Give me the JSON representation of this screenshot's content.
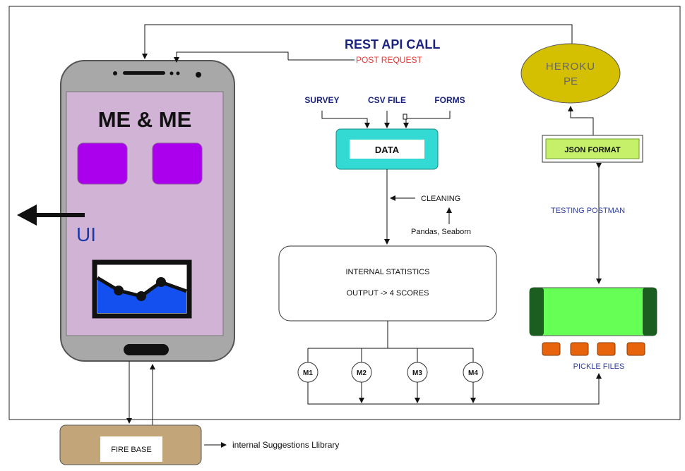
{
  "labels": {
    "rest_api_call": "REST API CALL",
    "post_request": "POST REQUEST",
    "heroku_line1": "HEROKU",
    "heroku_line2": "PE",
    "json_format": "JSON FORMAT",
    "testing_postman": "TESTING POSTMAN",
    "pickle_files": "PICKLE FILES",
    "survey": "SURVEY",
    "csv_file": "CSV FILE",
    "forms": "FORMS",
    "data": "DATA",
    "cleaning": "CLEANING",
    "pandas_seaborn": "Pandas, Seaborn",
    "internal_statistics": "INTERNAL STATISTICS",
    "output_scores": "OUTPUT -> 4 SCORES",
    "m1": "M1",
    "m2": "M2",
    "m3": "M3",
    "m4": "M4",
    "app_title": "ME & ME",
    "ui": "UI",
    "fire_base": "FIRE BASE",
    "suggestions_library": "internal Suggestions Llibrary"
  },
  "colors": {
    "rest_api_text": "#1a237e",
    "post_request_text": "#e53935",
    "heroku_fill": "#d4c000",
    "json_fill": "#c6ef6a",
    "data_fill": "#33d9d3",
    "pickle_fill": "#66ff55",
    "pickle_dark": "#1b5e20",
    "pickle_block": "#e8640c",
    "phone_body": "#a8a8a8",
    "phone_screen": "#d1b3d6",
    "app_square": "#aa00ee",
    "chart_fill": "#1450f0",
    "firebase_fill": "#c2a679",
    "blue_label": "#1a237e",
    "ui_text": "#1e3aa8"
  }
}
